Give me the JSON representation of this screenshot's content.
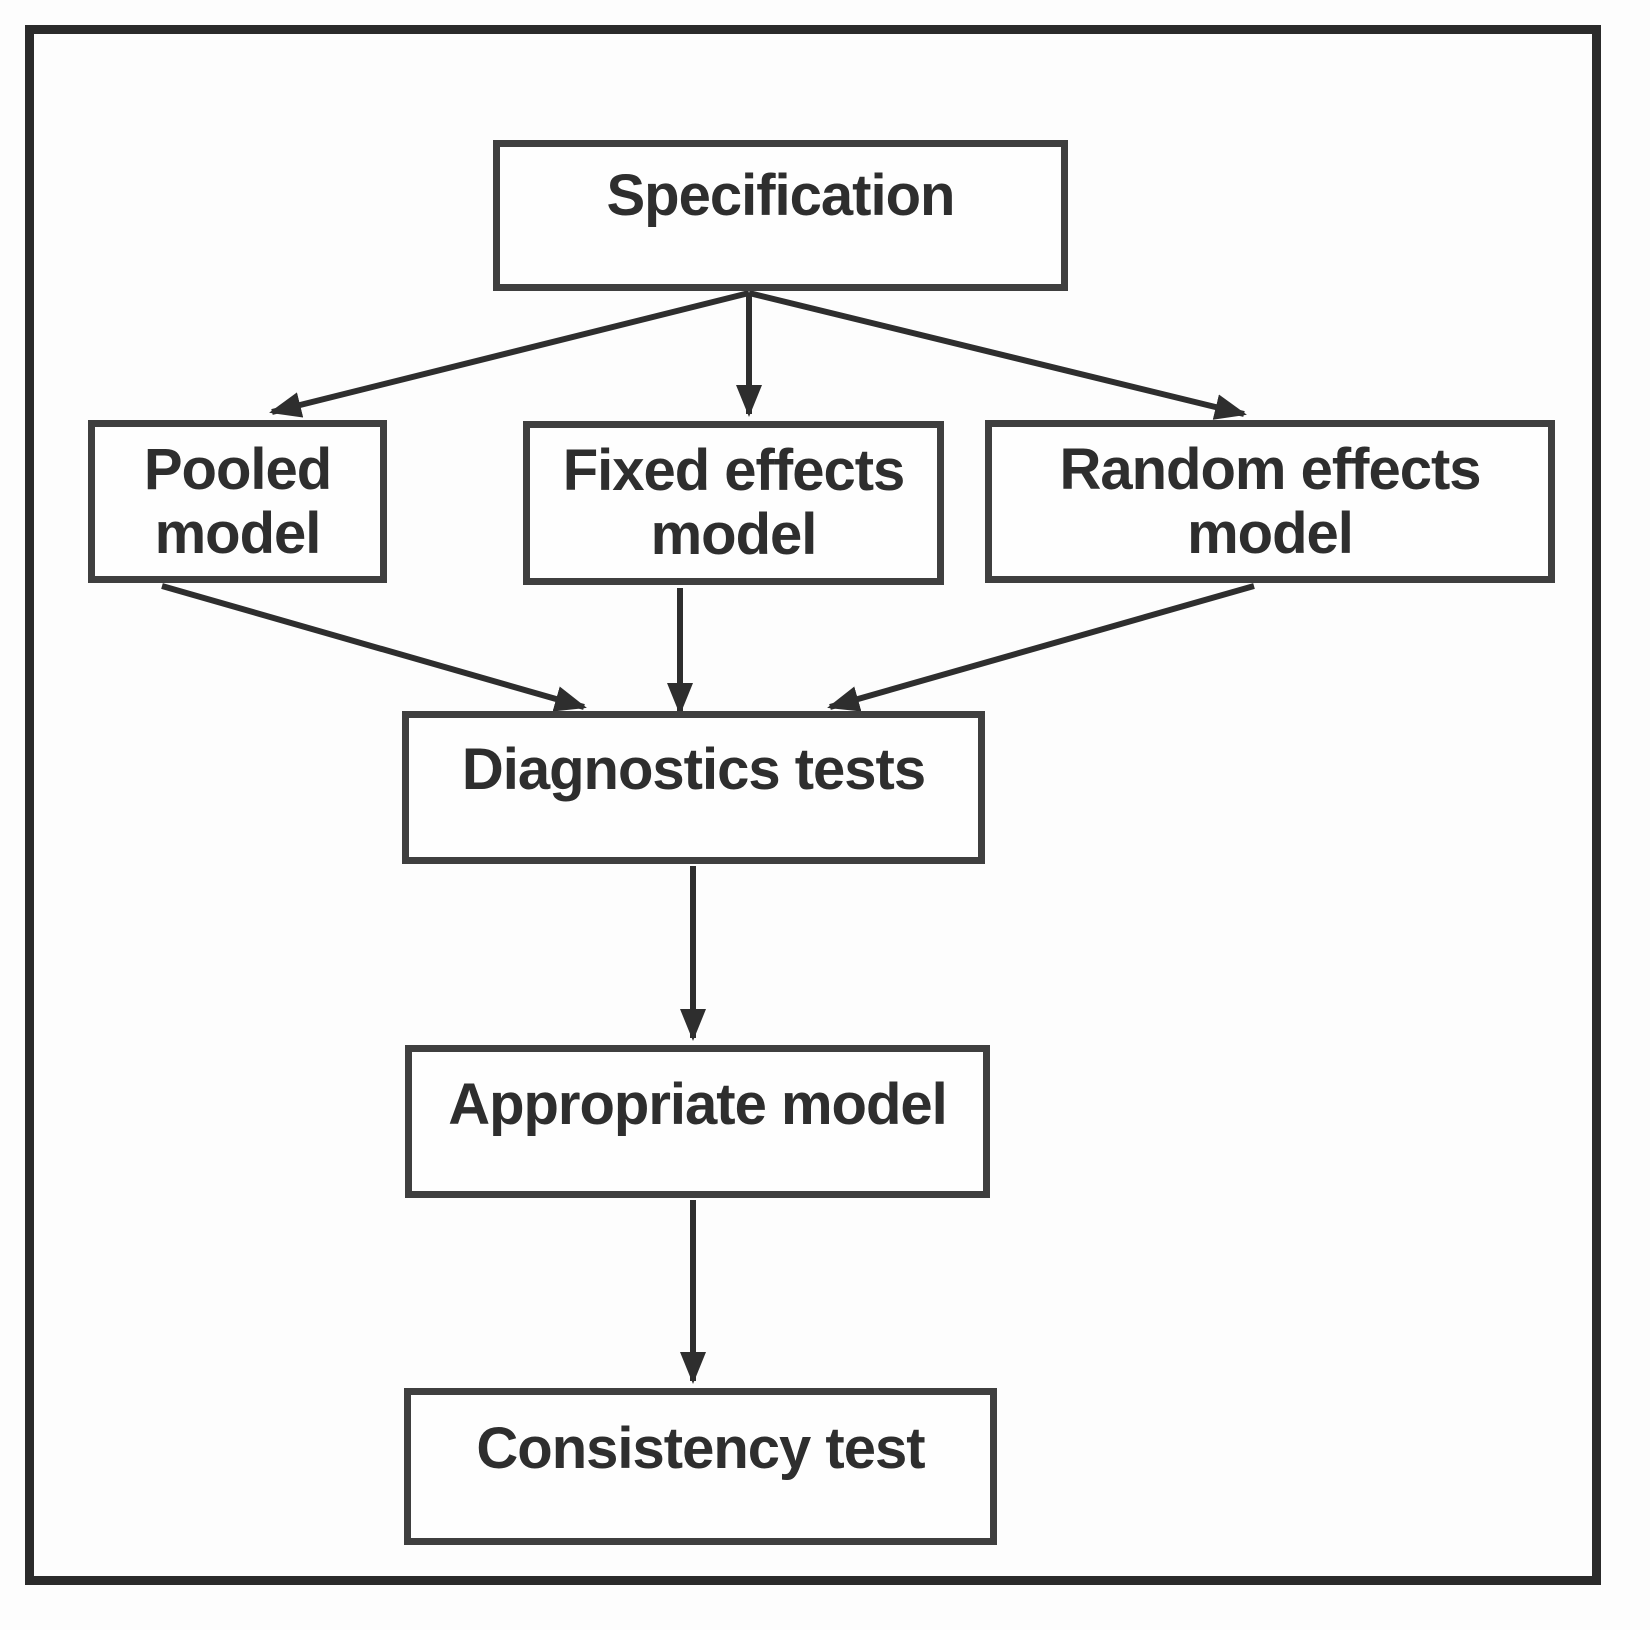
{
  "diagram": {
    "type": "flowchart",
    "nodes": {
      "specification": {
        "label": "Specification"
      },
      "pooled_model": {
        "label": "Pooled model"
      },
      "fixed_effects_model": {
        "label": "Fixed effects model"
      },
      "random_effects_model": {
        "label": "Random effects model"
      },
      "diagnostics_tests": {
        "label": "Diagnostics tests"
      },
      "appropriate_model": {
        "label": "Appropriate model"
      },
      "consistency_test": {
        "label": "Consistency test"
      }
    },
    "edges": [
      {
        "from": "specification",
        "to": "pooled_model"
      },
      {
        "from": "specification",
        "to": "fixed_effects_model"
      },
      {
        "from": "specification",
        "to": "random_effects_model"
      },
      {
        "from": "pooled_model",
        "to": "diagnostics_tests"
      },
      {
        "from": "fixed_effects_model",
        "to": "diagnostics_tests"
      },
      {
        "from": "random_effects_model",
        "to": "diagnostics_tests"
      },
      {
        "from": "diagnostics_tests",
        "to": "appropriate_model"
      },
      {
        "from": "appropriate_model",
        "to": "consistency_test"
      }
    ],
    "colors": {
      "background": "#fdfdfd",
      "frame_border": "#2b2b2b",
      "box_border": "#3f3f3f",
      "text": "#2e2e2e",
      "arrow": "#2e2e2e"
    }
  }
}
